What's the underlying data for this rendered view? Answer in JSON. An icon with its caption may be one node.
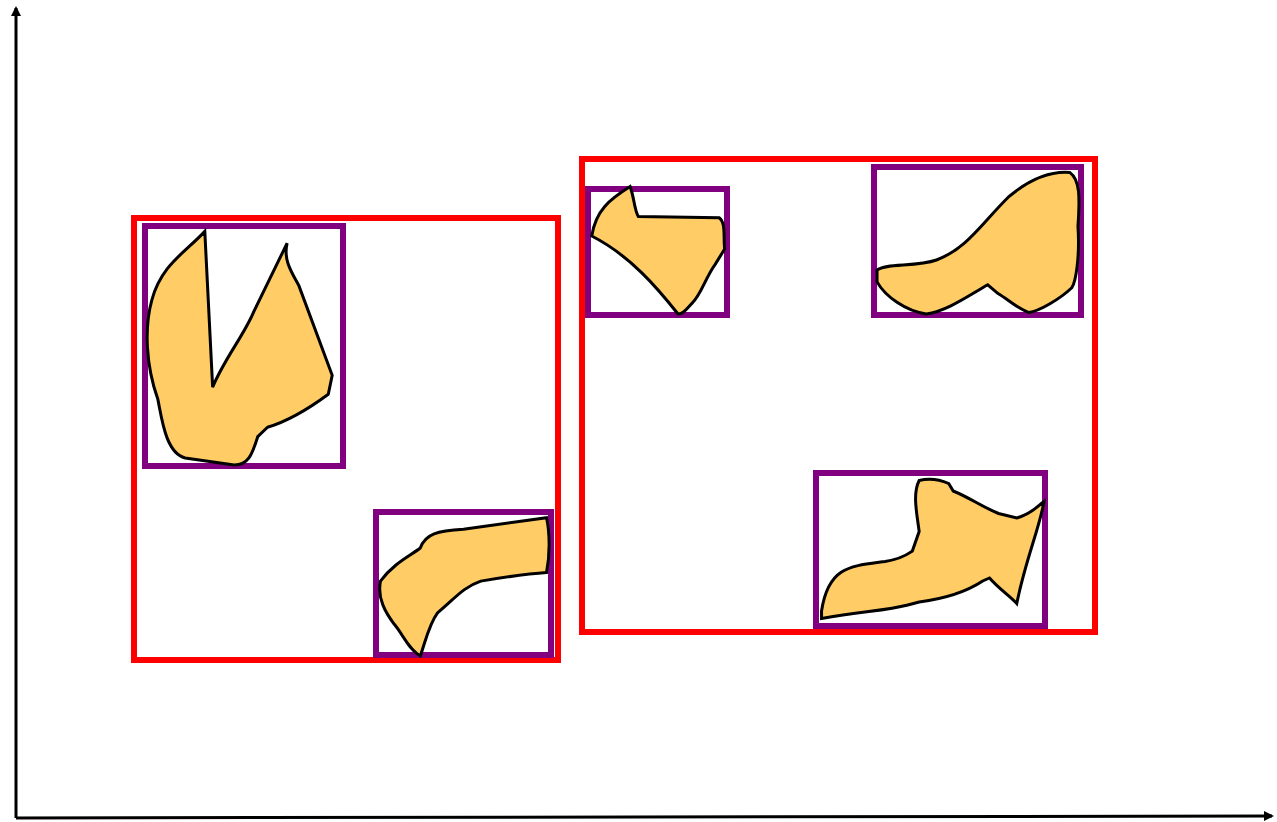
{
  "diagram": {
    "nodes": [
      {
        "text": [],
        "shape": "box"
      },
      {
        "text": [],
        "shape": "box",
        "in": 0
      },
      {
        "text": [],
        "shape": "blob",
        "in": 1
      },
      {
        "text": [],
        "shape": "box",
        "in": 0
      },
      {
        "text": [],
        "shape": "blob",
        "in": 3
      },
      {
        "text": [],
        "shape": "box"
      },
      {
        "text": [],
        "shape": "box",
        "in": 5
      },
      {
        "text": [],
        "shape": "blob",
        "in": 6
      },
      {
        "text": [],
        "shape": "box",
        "in": 5
      },
      {
        "text": [],
        "shape": "blob",
        "in": 8
      },
      {
        "text": [],
        "shape": "box",
        "in": 5
      },
      {
        "text": [],
        "shape": "blob",
        "in": 10
      }
    ]
  }
}
